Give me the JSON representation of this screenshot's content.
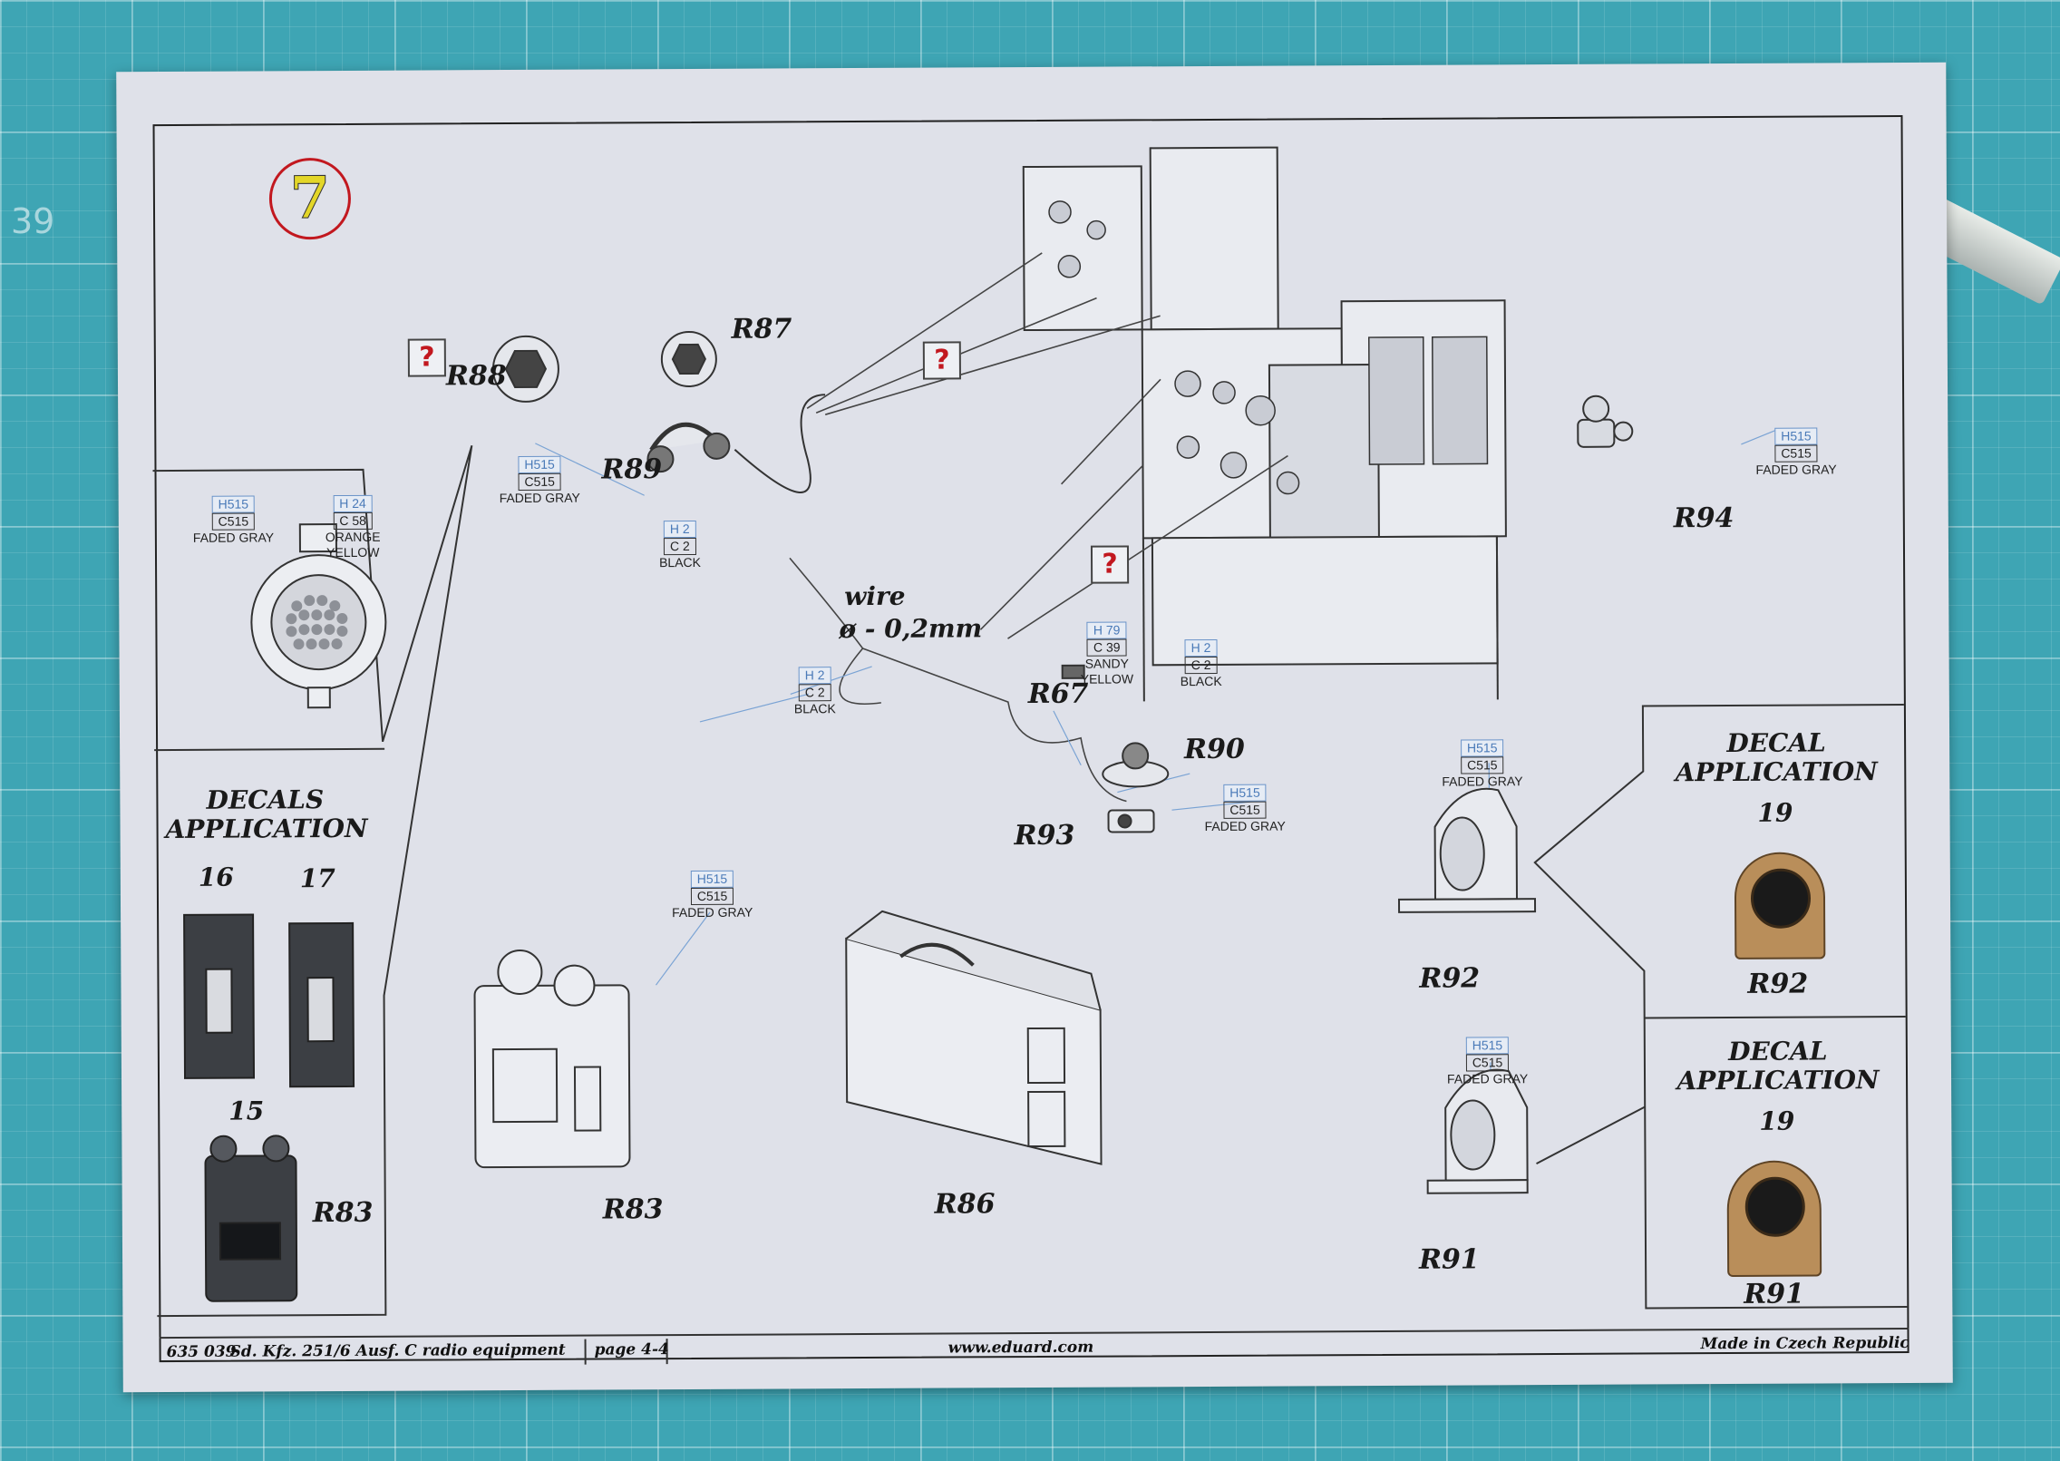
{
  "mat": {
    "side_number": "39"
  },
  "step": {
    "number": "7"
  },
  "parts": {
    "r88": "R88",
    "r87": "R87",
    "r89": "R89",
    "r94": "R94",
    "r67": "R67",
    "r90": "R90",
    "r93": "R93",
    "r92_part": "R92",
    "r91_part": "R91",
    "r83_left": "R83",
    "r83_main": "R83",
    "r86": "R86",
    "r92_decal": "R92",
    "r91_decal": "R91"
  },
  "wire": {
    "label": "wire",
    "size": "ø - 0,2mm"
  },
  "question_mark": "?",
  "paints": {
    "detail_h": {
      "h": "H515",
      "c": "C515",
      "name": "FADED GRAY"
    },
    "detail_o": {
      "h": "H 24",
      "c": "C 58",
      "name1": "ORANGE",
      "name2": "YELLOW"
    },
    "r89_gray": {
      "h": "H515",
      "c": "C515",
      "name": "FADED GRAY"
    },
    "r89_black": {
      "h": "H 2",
      "c": "C 2",
      "name": "BLACK"
    },
    "wire_black": {
      "h": "H 2",
      "c": "C 2",
      "name": "BLACK"
    },
    "r67_sandy": {
      "h": "H 79",
      "c": "C 39",
      "name1": "SANDY",
      "name2": "YELLOW"
    },
    "r90_black": {
      "h": "H 2",
      "c": "C 2",
      "name": "BLACK"
    },
    "r93_gray": {
      "h": "H515",
      "c": "C515",
      "name": "FADED GRAY"
    },
    "r94_gray": {
      "h": "H515",
      "c": "C515",
      "name": "FADED GRAY"
    },
    "r83_gray": {
      "h": "H515",
      "c": "C515",
      "name": "FADED GRAY"
    },
    "r92_gray": {
      "h": "H515",
      "c": "C515",
      "name": "FADED GRAY"
    },
    "r91_gray": {
      "h": "H515",
      "c": "C515",
      "name": "FADED GRAY"
    }
  },
  "decals_left": {
    "title1": "DECALS",
    "title2": "APPLICATION",
    "n16": "16",
    "n17": "17",
    "n15": "15"
  },
  "decal_r92": {
    "title1": "DECAL",
    "title2": "APPLICATION",
    "number": "19"
  },
  "decal_r91": {
    "title1": "DECAL",
    "title2": "APPLICATION",
    "number": "19"
  },
  "footer": {
    "code": "635 039",
    "title": "Sd. Kfz. 251/6 Ausf. C radio equipment",
    "page": "page 4-4",
    "site": "www.eduard.com",
    "origin": "Made in Czech Republic"
  },
  "colors": {
    "mat": "#3ea5b4",
    "paper": "#dfe1e9",
    "step_ring": "#c2181f",
    "step_fill": "#e3d628",
    "decal_tan": "#b98e5a",
    "paint_blue": "#4a7ab8"
  }
}
